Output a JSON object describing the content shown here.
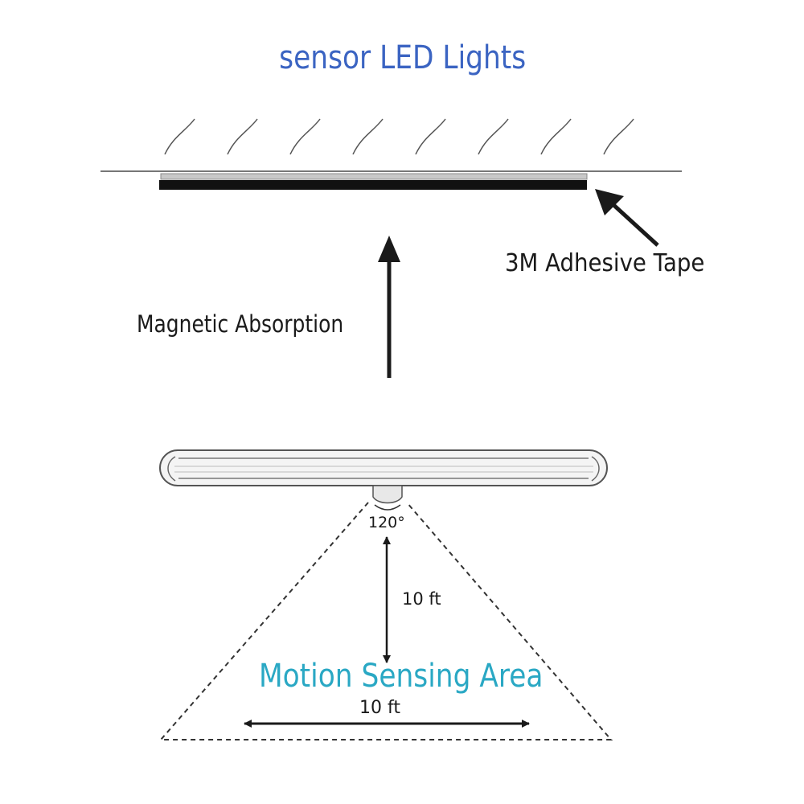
{
  "title": "sensor LED Lights",
  "labels": {
    "adhesive": "3M Adhesive Tape",
    "magnetic": "Magnetic Absorption",
    "angle": "120°",
    "height": "10 ft",
    "area": "Motion Sensing Area",
    "width": "10 ft"
  },
  "colors": {
    "title": "#3b64c2",
    "area": "#2aa8c4",
    "line": "#1a1a1a"
  }
}
